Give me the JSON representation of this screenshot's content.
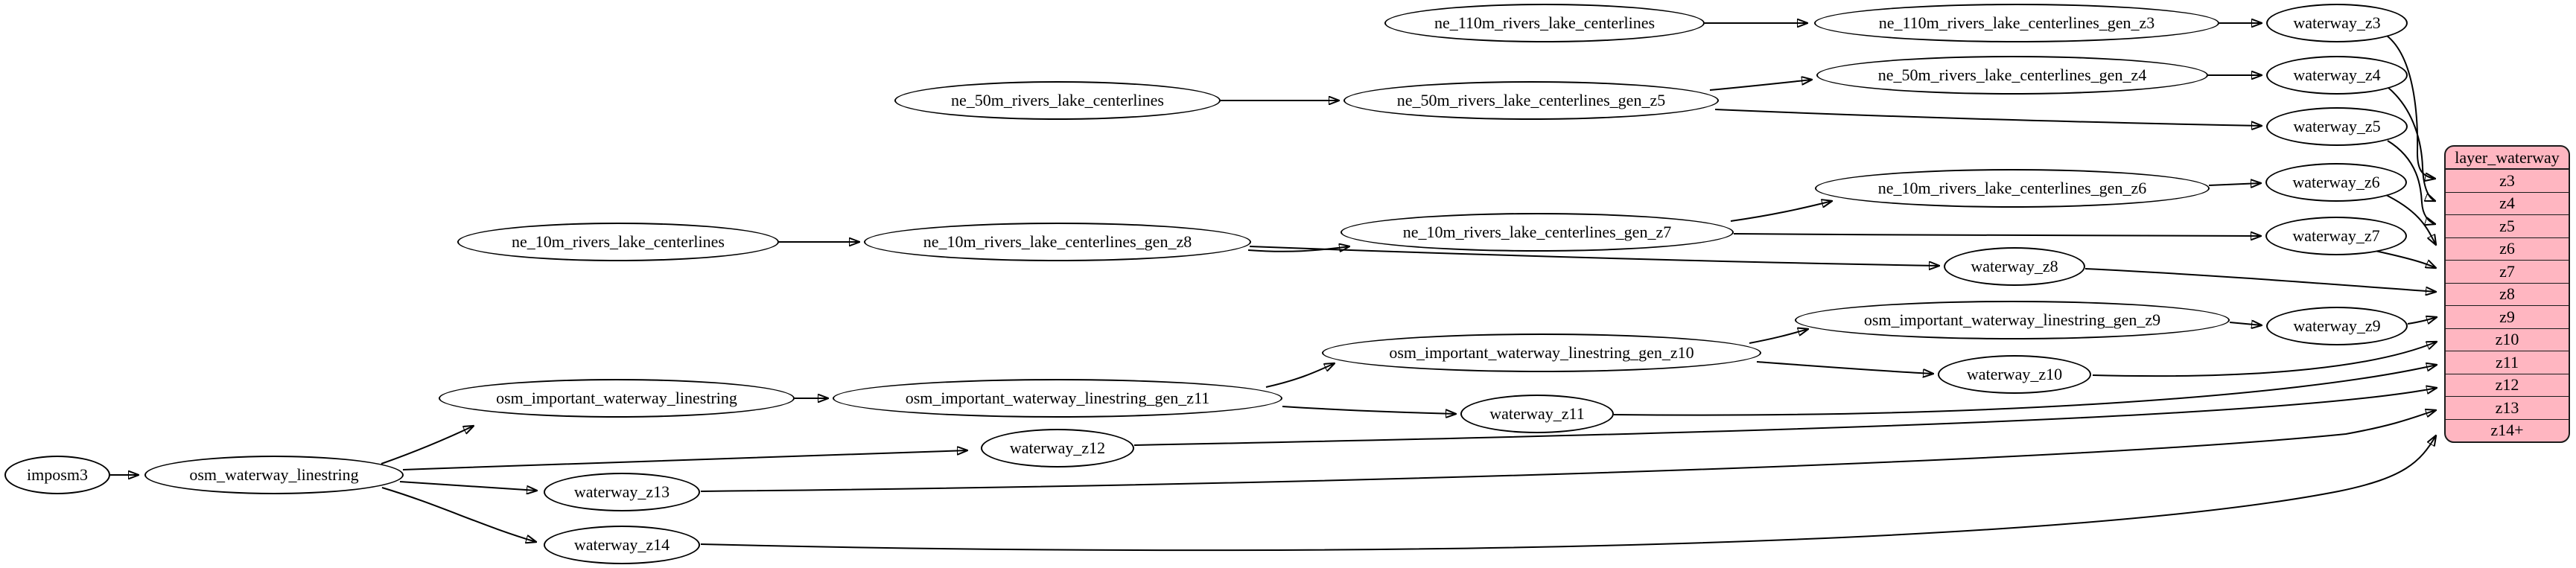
{
  "table": {
    "title": "layer_waterway",
    "rows": [
      "z3",
      "z4",
      "z5",
      "z6",
      "z7",
      "z8",
      "z9",
      "z10",
      "z11",
      "z12",
      "z13",
      "z14+"
    ]
  },
  "nodes": [
    {
      "id": "imposm3",
      "label": "imposm3"
    },
    {
      "id": "osm_waterway_linestring",
      "label": "osm_waterway_linestring"
    },
    {
      "id": "ne_110m_rivers_lake_centerlines",
      "label": "ne_110m_rivers_lake_centerlines"
    },
    {
      "id": "ne_110m_rivers_lake_centerlines_gen_z3",
      "label": "ne_110m_rivers_lake_centerlines_gen_z3"
    },
    {
      "id": "waterway_z3",
      "label": "waterway_z3"
    },
    {
      "id": "ne_50m_rivers_lake_centerlines",
      "label": "ne_50m_rivers_lake_centerlines"
    },
    {
      "id": "ne_50m_rivers_lake_centerlines_gen_z5",
      "label": "ne_50m_rivers_lake_centerlines_gen_z5"
    },
    {
      "id": "ne_50m_rivers_lake_centerlines_gen_z4",
      "label": "ne_50m_rivers_lake_centerlines_gen_z4"
    },
    {
      "id": "waterway_z4",
      "label": "waterway_z4"
    },
    {
      "id": "waterway_z5",
      "label": "waterway_z5"
    },
    {
      "id": "ne_10m_rivers_lake_centerlines",
      "label": "ne_10m_rivers_lake_centerlines"
    },
    {
      "id": "ne_10m_rivers_lake_centerlines_gen_z8",
      "label": "ne_10m_rivers_lake_centerlines_gen_z8"
    },
    {
      "id": "ne_10m_rivers_lake_centerlines_gen_z7",
      "label": "ne_10m_rivers_lake_centerlines_gen_z7"
    },
    {
      "id": "ne_10m_rivers_lake_centerlines_gen_z6",
      "label": "ne_10m_rivers_lake_centerlines_gen_z6"
    },
    {
      "id": "waterway_z6",
      "label": "waterway_z6"
    },
    {
      "id": "waterway_z7",
      "label": "waterway_z7"
    },
    {
      "id": "waterway_z8",
      "label": "waterway_z8"
    },
    {
      "id": "osm_important_waterway_linestring",
      "label": "osm_important_waterway_linestring"
    },
    {
      "id": "osm_important_waterway_linestring_gen_z11",
      "label": "osm_important_waterway_linestring_gen_z11"
    },
    {
      "id": "osm_important_waterway_linestring_gen_z10",
      "label": "osm_important_waterway_linestring_gen_z10"
    },
    {
      "id": "osm_important_waterway_linestring_gen_z9",
      "label": "osm_important_waterway_linestring_gen_z9"
    },
    {
      "id": "waterway_z9",
      "label": "waterway_z9"
    },
    {
      "id": "waterway_z10",
      "label": "waterway_z10"
    },
    {
      "id": "waterway_z11",
      "label": "waterway_z11"
    },
    {
      "id": "waterway_z12",
      "label": "waterway_z12"
    },
    {
      "id": "waterway_z13",
      "label": "waterway_z13"
    },
    {
      "id": "waterway_z14",
      "label": "waterway_z14"
    }
  ],
  "edges": [
    {
      "from": "imposm3",
      "to": "osm_waterway_linestring"
    },
    {
      "from": "osm_waterway_linestring",
      "to": "osm_important_waterway_linestring"
    },
    {
      "from": "osm_waterway_linestring",
      "to": "waterway_z12"
    },
    {
      "from": "osm_waterway_linestring",
      "to": "waterway_z13"
    },
    {
      "from": "osm_waterway_linestring",
      "to": "waterway_z14"
    },
    {
      "from": "osm_important_waterway_linestring",
      "to": "osm_important_waterway_linestring_gen_z11"
    },
    {
      "from": "osm_important_waterway_linestring_gen_z11",
      "to": "osm_important_waterway_linestring_gen_z10"
    },
    {
      "from": "osm_important_waterway_linestring_gen_z11",
      "to": "waterway_z11"
    },
    {
      "from": "osm_important_waterway_linestring_gen_z10",
      "to": "osm_important_waterway_linestring_gen_z9"
    },
    {
      "from": "osm_important_waterway_linestring_gen_z10",
      "to": "waterway_z10"
    },
    {
      "from": "osm_important_waterway_linestring_gen_z9",
      "to": "waterway_z9"
    },
    {
      "from": "waterway_z9",
      "to": "layer_waterway.z9"
    },
    {
      "from": "waterway_z10",
      "to": "layer_waterway.z10"
    },
    {
      "from": "waterway_z11",
      "to": "layer_waterway.z11"
    },
    {
      "from": "waterway_z12",
      "to": "layer_waterway.z12"
    },
    {
      "from": "waterway_z13",
      "to": "layer_waterway.z13"
    },
    {
      "from": "waterway_z14",
      "to": "layer_waterway.z14+"
    },
    {
      "from": "waterway_z8",
      "to": "layer_waterway.z8"
    },
    {
      "from": "ne_110m_rivers_lake_centerlines",
      "to": "ne_110m_rivers_lake_centerlines_gen_z3"
    },
    {
      "from": "ne_110m_rivers_lake_centerlines_gen_z3",
      "to": "waterway_z3"
    },
    {
      "from": "waterway_z3",
      "to": "layer_waterway.z3"
    },
    {
      "from": "waterway_z4",
      "to": "layer_waterway.z4"
    },
    {
      "from": "waterway_z5",
      "to": "layer_waterway.z5"
    },
    {
      "from": "waterway_z6",
      "to": "layer_waterway.z6"
    },
    {
      "from": "waterway_z7",
      "to": "layer_waterway.z7"
    },
    {
      "from": "ne_50m_rivers_lake_centerlines",
      "to": "ne_50m_rivers_lake_centerlines_gen_z5"
    },
    {
      "from": "ne_50m_rivers_lake_centerlines_gen_z5",
      "to": "ne_50m_rivers_lake_centerlines_gen_z4"
    },
    {
      "from": "ne_50m_rivers_lake_centerlines_gen_z5",
      "to": "waterway_z5"
    },
    {
      "from": "ne_50m_rivers_lake_centerlines_gen_z4",
      "to": "waterway_z4"
    },
    {
      "from": "ne_10m_rivers_lake_centerlines",
      "to": "ne_10m_rivers_lake_centerlines_gen_z8"
    },
    {
      "from": "ne_10m_rivers_lake_centerlines_gen_z8",
      "to": "ne_10m_rivers_lake_centerlines_gen_z7"
    },
    {
      "from": "ne_10m_rivers_lake_centerlines_gen_z8",
      "to": "waterway_z8"
    },
    {
      "from": "ne_10m_rivers_lake_centerlines_gen_z7",
      "to": "ne_10m_rivers_lake_centerlines_gen_z6"
    },
    {
      "from": "ne_10m_rivers_lake_centerlines_gen_z7",
      "to": "waterway_z7"
    },
    {
      "from": "ne_10m_rivers_lake_centerlines_gen_z6",
      "to": "waterway_z6"
    }
  ],
  "colors": {
    "background": "#ffffff",
    "node_fill": "#ffffff",
    "node_stroke": "#000000",
    "edge_stroke": "#000000",
    "table_fill": "#ffb6c1",
    "table_stroke": "#1a1a1a",
    "text": "#000000"
  }
}
